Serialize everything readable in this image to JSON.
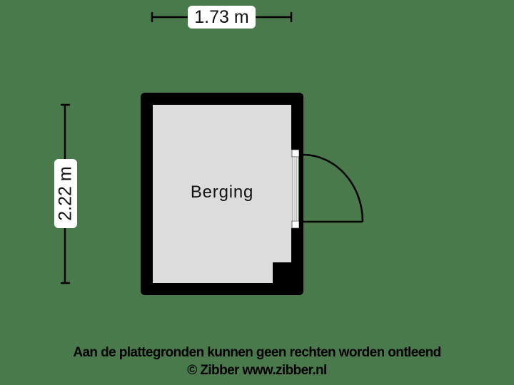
{
  "floorplan": {
    "background_color": "#4a7a4c",
    "wall_color": "#000000",
    "floor_color": "#dcdcdc",
    "rooms": [
      {
        "name": "Berging"
      }
    ],
    "dimensions": {
      "width": "1.73 m",
      "depth": "2.22 m"
    },
    "door": {
      "wall": "right",
      "swing": "outward"
    }
  },
  "footer": {
    "disclaimer": "Aan de plattegronden kunnen geen rechten worden ontleend",
    "copyright": "© Zibber www.zibber.nl"
  }
}
